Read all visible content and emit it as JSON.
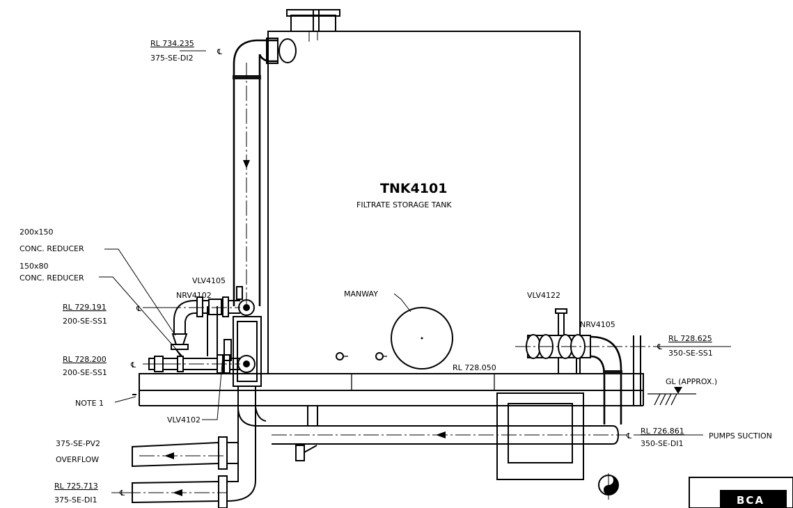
{
  "tank": {
    "tag": "TNK4101",
    "name": "FILTRATE STORAGE TANK",
    "manway": "MANWAY"
  },
  "rl": {
    "top": {
      "level": "RL 734.235",
      "line": "375-SE-DI2"
    },
    "upper_left": {
      "level": "RL 729.191",
      "line": "200-SE-SS1"
    },
    "lower_left": {
      "level": "RL 728.200",
      "line": "200-SE-SS1"
    },
    "right": {
      "level": "RL 728.625",
      "line": "350-SE-SS1"
    },
    "suction": {
      "level": "RL 726.861",
      "line": "350-SE-DI1"
    },
    "bottom": {
      "level": "RL 725.713",
      "line": "375-SE-DI1"
    },
    "slab": "RL 728.050"
  },
  "labels": {
    "reducer1_size": "200x150",
    "reducer1_type": "CONC. REDUCER",
    "reducer2_size": "150x80",
    "reducer2_type": "CONC. REDUCER",
    "vlv4105": "VLV4105",
    "nrv4102": "NRV4102",
    "vlv4102": "VLV4102",
    "vlv4122": "VLV4122",
    "nrv4105": "NRV4105",
    "note1": "NOTE 1",
    "gl": "GL (APPROX.)",
    "pumps_suction": "PUMPS SUCTION",
    "overflow_line": "375-SE-PV2",
    "overflow": "OVERFLOW"
  },
  "logo": "BCA"
}
